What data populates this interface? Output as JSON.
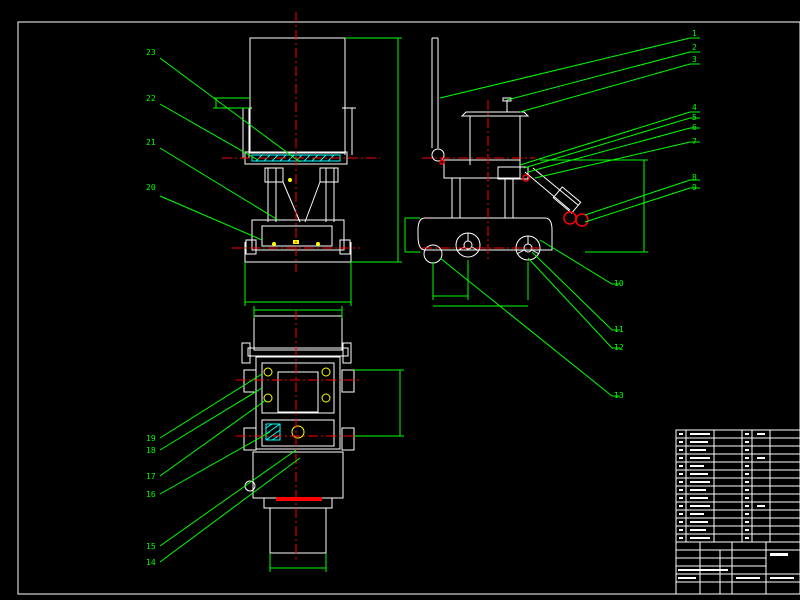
{
  "colors": {
    "background": "#000000",
    "geometry": "#ffffff",
    "leader": "#00ff00",
    "centerline": "#ff0000",
    "dimension": "#00ff00",
    "hatch": "#00ffff",
    "accent": "#ffff00"
  },
  "balloons": [
    {
      "id": "b1",
      "label": "1"
    },
    {
      "id": "b2",
      "label": "2"
    },
    {
      "id": "b3",
      "label": "3"
    },
    {
      "id": "b4",
      "label": "4"
    },
    {
      "id": "b5",
      "label": "5"
    },
    {
      "id": "b6",
      "label": "6"
    },
    {
      "id": "b7",
      "label": "7"
    },
    {
      "id": "b8",
      "label": "8"
    },
    {
      "id": "b9",
      "label": "9"
    },
    {
      "id": "b10",
      "label": "10"
    },
    {
      "id": "b11",
      "label": "11"
    },
    {
      "id": "b12",
      "label": "12"
    },
    {
      "id": "b13",
      "label": "13"
    },
    {
      "id": "b14",
      "label": "14"
    },
    {
      "id": "b15",
      "label": "15"
    },
    {
      "id": "b16",
      "label": "16"
    },
    {
      "id": "b17",
      "label": "17"
    },
    {
      "id": "b18",
      "label": "18"
    },
    {
      "id": "b19",
      "label": "19"
    },
    {
      "id": "b20",
      "label": "20"
    },
    {
      "id": "b21",
      "label": "21"
    },
    {
      "id": "b22",
      "label": "22"
    },
    {
      "id": "b23",
      "label": "23"
    }
  ],
  "title_block": {
    "main_title": "",
    "drawing_number": ""
  }
}
